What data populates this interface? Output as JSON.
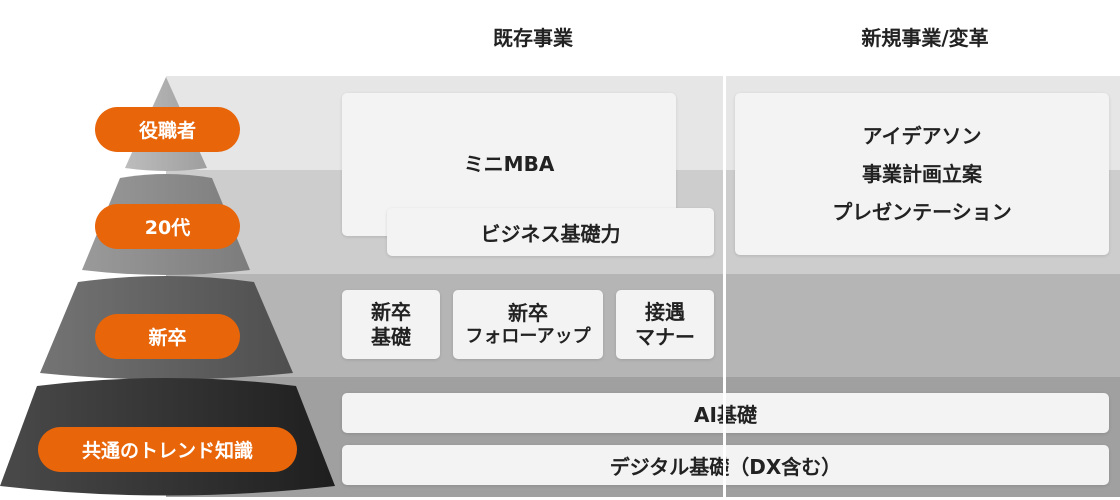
{
  "headers": {
    "existing": "既存事業",
    "new": "新規事業/変革"
  },
  "levels": [
    {
      "label": "役職者"
    },
    {
      "label": "20代"
    },
    {
      "label": "新卒"
    },
    {
      "label": "共通のトレンド知識"
    }
  ],
  "programs": {
    "mini_mba": "ミニMBA",
    "business_basics": "ビジネス基礎力",
    "new_business": [
      "アイデアソン",
      "事業計画立案",
      "プレゼンテーション"
    ],
    "newgrad_basics": [
      "新卒",
      "基礎"
    ],
    "newgrad_followup": [
      "新卒",
      "フォローアップ"
    ],
    "manners": [
      "接遇",
      "マナー"
    ],
    "ai_basics": "AI基礎",
    "digital_basics": "デジタル基礎（DX含む）"
  },
  "colors": {
    "accent": "#e8650a"
  }
}
